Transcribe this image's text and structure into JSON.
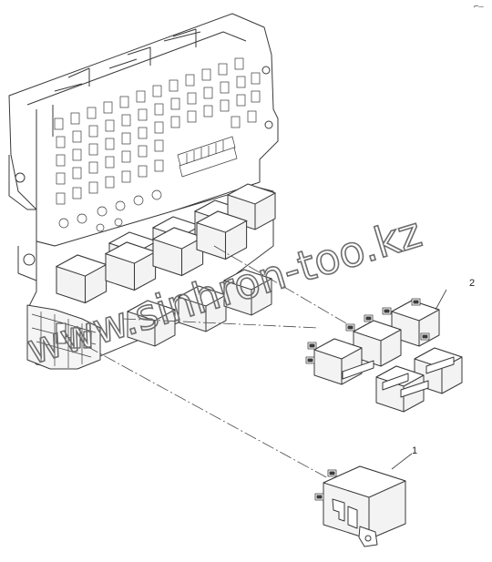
{
  "diagram": {
    "callouts": [
      {
        "id": "1",
        "label": "1"
      },
      {
        "id": "2",
        "label": "2"
      }
    ],
    "watermark": "www.sinhron-too.kz",
    "corner_mark": "⌐—",
    "colors": {
      "line": "#3a3a3a",
      "body_fill": "#ffffff",
      "shade": "#ececec",
      "relay_fill": "#f1f1f1",
      "watermark": "#6d6d6d"
    }
  }
}
